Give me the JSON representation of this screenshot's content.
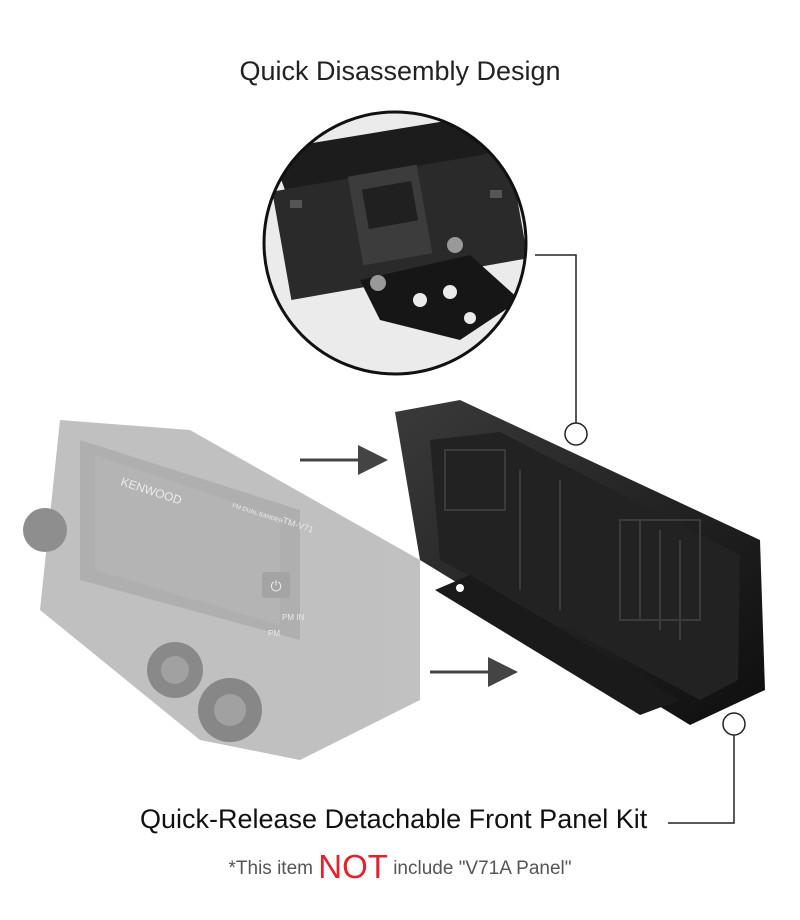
{
  "header": {
    "title": "Quick Disassembly Design"
  },
  "caption": {
    "text": "Quick-Release Detachable Front Panel Kit"
  },
  "note": {
    "prefix": "*This item ",
    "emphasis": "NOT",
    "suffix": " include \"V71A Panel\""
  },
  "radio_panel": {
    "brand": "KENWOOD",
    "model": "TM-V71",
    "subtitle": "FM DUAL BANDER",
    "button_pm_in": "PM IN",
    "button_pm": "PM"
  },
  "colors": {
    "emphasis": "#e4222b",
    "bracket": "#1a1a1a",
    "radio_faded": "#9e9e9e",
    "leader_line": "#222222"
  },
  "icons": {
    "arrow_top": "right-arrow-icon",
    "arrow_bottom": "right-arrow-icon",
    "power": "power-icon"
  }
}
